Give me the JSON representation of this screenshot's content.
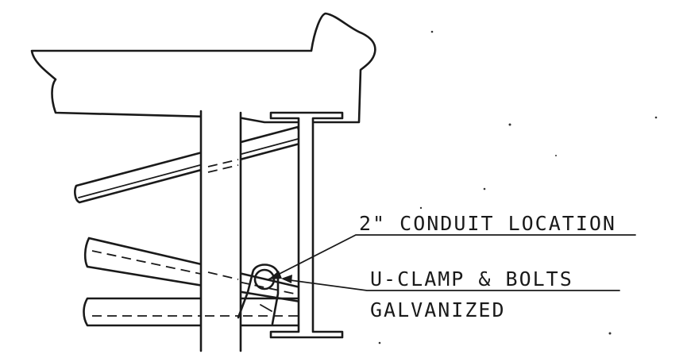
{
  "labels": {
    "conduit": "2\" CONDUIT LOCATION",
    "clamp": "U-CLAMP & BOLTS",
    "finish": "GALVANIZED"
  },
  "colors": {
    "ink": "#1a1a1a",
    "paper": "#ffffff"
  }
}
